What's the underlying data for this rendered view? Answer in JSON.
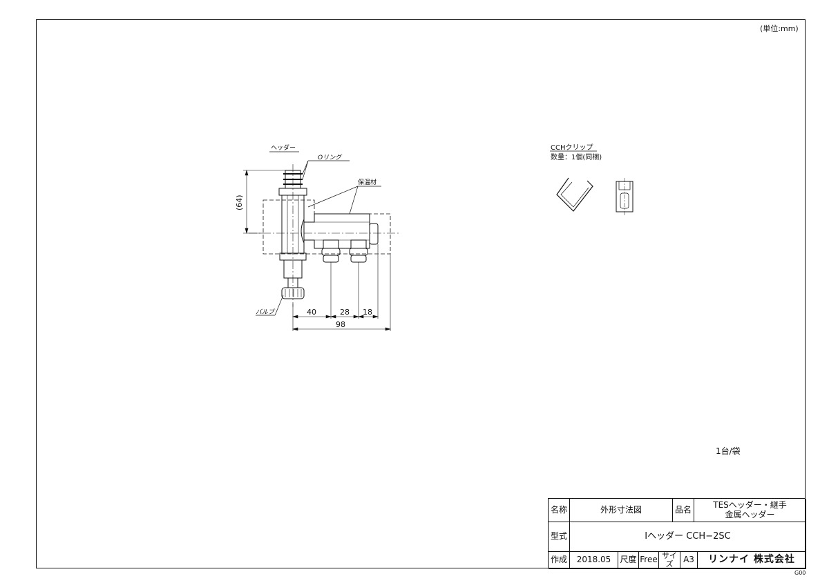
{
  "sheet": {
    "unit_note": "(単位:mm)",
    "quantity_note": "1台/袋",
    "sheet_code": "G00"
  },
  "drawing_header": {
    "label_header": "ヘッダー",
    "label_oring": "Oリング",
    "label_insulation": "保温材",
    "label_valve": "バルブ",
    "dim_height": "(64)",
    "dim_40": "40",
    "dim_28": "28",
    "dim_18": "18",
    "dim_98": "98"
  },
  "drawing_clip": {
    "title": "CCHクリップ",
    "quantity": "数量：1個(同梱)"
  },
  "title_block": {
    "label_name": "名称",
    "name_value": "外形寸法図",
    "label_product": "品名",
    "product_line1": "TESヘッダー・継手",
    "product_line2": "金属ヘッダー",
    "label_model": "型式",
    "model_value": "Iヘッダー CCH−2SC",
    "label_created": "作成",
    "created_value": "2018.05",
    "label_scale": "尺度",
    "scale_value": "Free",
    "label_size": "サイズ",
    "size_value": "A3",
    "company": "リンナイ 株式会社"
  }
}
